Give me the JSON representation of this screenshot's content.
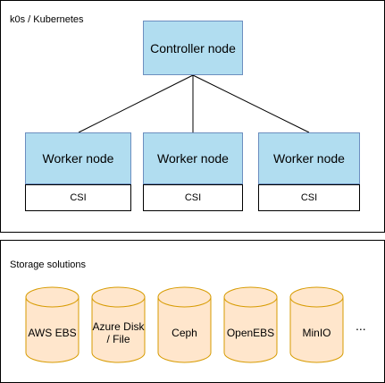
{
  "cluster": {
    "title": "k0s / Kubernetes",
    "controller_label": "Controller node",
    "workers": [
      {
        "label": "Worker node",
        "csi_label": "CSI"
      },
      {
        "label": "Worker node",
        "csi_label": "CSI"
      },
      {
        "label": "Worker node",
        "csi_label": "CSI"
      }
    ]
  },
  "storage": {
    "title": "Storage solutions",
    "items": [
      {
        "label": "AWS EBS"
      },
      {
        "label": "Azure Disk\n/ File"
      },
      {
        "label": "Ceph"
      },
      {
        "label": "OpenEBS"
      },
      {
        "label": "MinIO"
      }
    ],
    "more": "..."
  },
  "colors": {
    "node_fill": "#b1ddf0",
    "node_border": "#6c8ebf",
    "storage_fill": "#ffe6cc",
    "storage_border": "#d79b00"
  }
}
